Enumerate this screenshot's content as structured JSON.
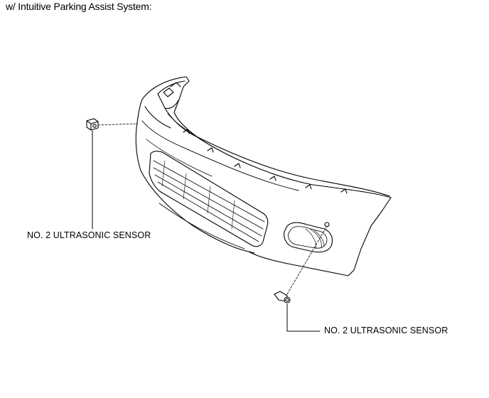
{
  "header": {
    "caption": "w/ Intuitive Parking Assist System:"
  },
  "callouts": {
    "left_label": "NO. 2 ULTRASONIC SENSOR",
    "right_label": "NO. 2 ULTRASONIC SENSOR"
  }
}
